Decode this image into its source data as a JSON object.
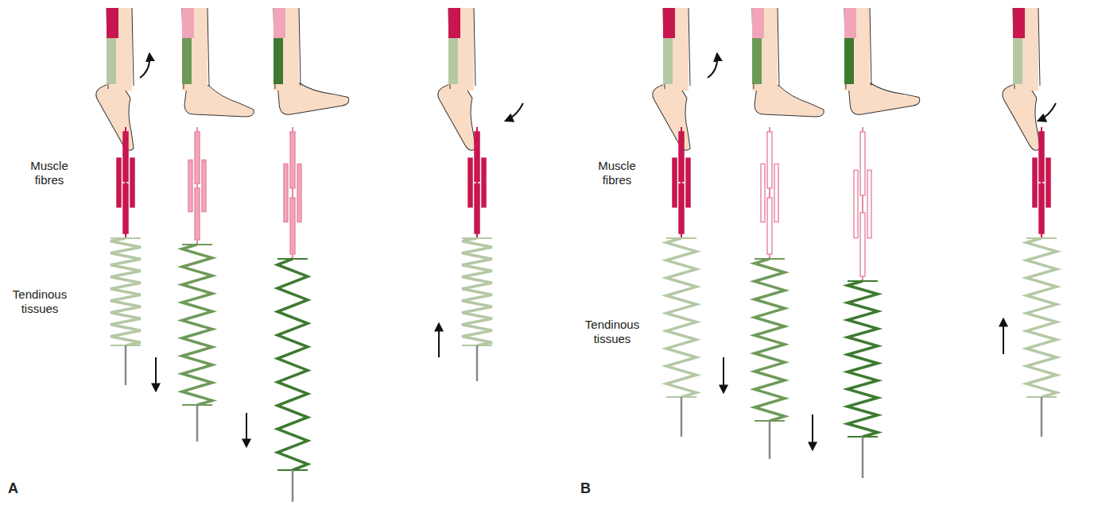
{
  "diagram": {
    "labels": [
      "Muscle fibres",
      "Tendinous tissues",
      "A",
      "Muscle fibres",
      "Tendinous tissues",
      "B"
    ]
  }
}
